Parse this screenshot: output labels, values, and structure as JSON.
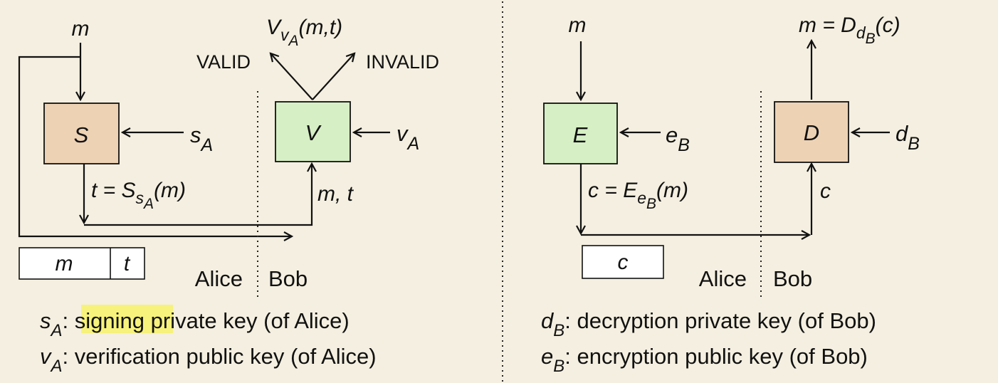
{
  "colors": {
    "background": "#f4efe0",
    "sign_box": "#edd2b4",
    "verify_box": "#d6efc4",
    "encrypt_box": "#d6efc4",
    "decrypt_box": "#edd2b4",
    "highlight": "#f6f27c"
  },
  "signature": {
    "input": "m",
    "sign_box": "S",
    "sign_key": "s",
    "sign_key_sub": "A",
    "verify_box": "V",
    "verify_key": "v",
    "verify_key_sub": "A",
    "verify_output": {
      "main": "V",
      "sub": "v",
      "subsub": "A",
      "args": "(m,t)"
    },
    "valid": "VALID",
    "invalid": "INVALID",
    "sign_output": {
      "prefix": "t = S",
      "sub": "s",
      "subsub": "A",
      "args": "(m)"
    },
    "received": "m, t",
    "packet": [
      "m",
      "t"
    ],
    "sender": "Alice",
    "receiver": "Bob",
    "legend": [
      {
        "sym": "s",
        "sub": "A",
        "sep": ": ",
        "highlight": "signing",
        "rest": " private key (of Alice)"
      },
      {
        "sym": "v",
        "sub": "A",
        "sep": ": ",
        "highlight": "",
        "rest": "verification public key (of Alice)"
      }
    ]
  },
  "encryption": {
    "input": "m",
    "encrypt_box": "E",
    "encrypt_key": "e",
    "encrypt_key_sub": "B",
    "decrypt_box": "D",
    "decrypt_key": "d",
    "decrypt_key_sub": "B",
    "decrypt_output": {
      "prefix": "m = D",
      "sub": "d",
      "subsub": "B",
      "args": "(c)"
    },
    "encrypt_output": {
      "prefix": "c = E",
      "sub": "e",
      "subsub": "B",
      "args": "(m)"
    },
    "received": "c",
    "packet": [
      "c"
    ],
    "sender": "Alice",
    "receiver": "Bob",
    "legend": [
      {
        "sym": "d",
        "sub": "B",
        "sep": ": ",
        "rest": "decryption private key (of Bob)"
      },
      {
        "sym": "e",
        "sub": "B",
        "sep": ": ",
        "rest": "encryption public key (of Bob)"
      }
    ]
  }
}
